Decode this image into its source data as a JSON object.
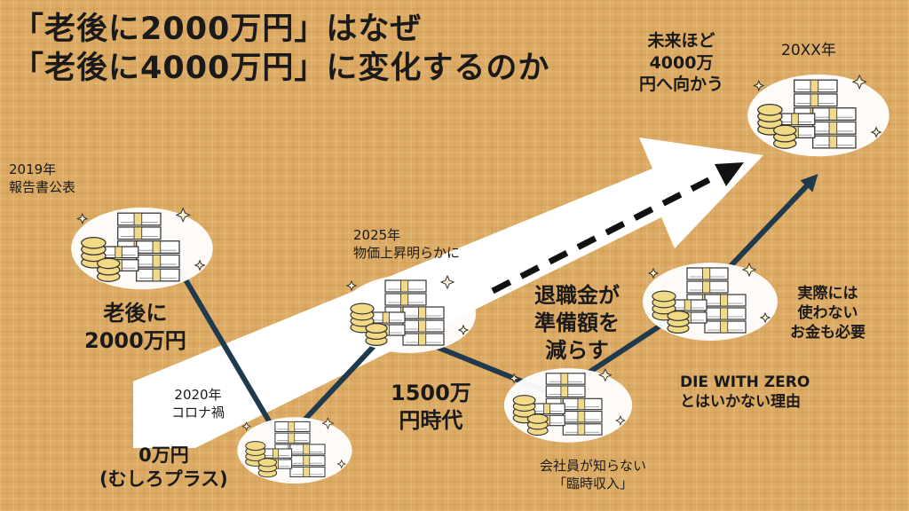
{
  "title": {
    "line1": "「老後に2000万円」はなぜ",
    "line2": "「老後に4000万円」に変化するのか"
  },
  "labels": {
    "future": "未来ほど\n4000万\n円へ向かう",
    "year_20xx": "20XX年",
    "y2019": "2019年\n報告書公表",
    "rougo_2000": "老後に\n2000万円",
    "y2025": "2025年\n物価上昇明らかに",
    "retirement": "退職金が\n準備額を\n減らす",
    "y2020": "2020年\nコロナ禍",
    "man1500": "1500万\n円時代",
    "zero": "0万円\n(むしろプラス)",
    "jissai": "実際には\n使わない\nお金も必要",
    "die_with_zero": "DIE WITH ZERO\nとはいかない理由",
    "rinji": "会社員が知らない\n「臨時収入」"
  },
  "colors": {
    "background": "#dcaa62",
    "big_arrow": "#ffffff",
    "trend_line": "#1f3a4d",
    "dashed_arrow": "#111111",
    "money_band": "#f0d98a",
    "coin": "#f2d985",
    "text": "#1a1a1a"
  },
  "icons": [
    "money-stack-icon",
    "coin-stack-icon",
    "sparkle-icon"
  ]
}
